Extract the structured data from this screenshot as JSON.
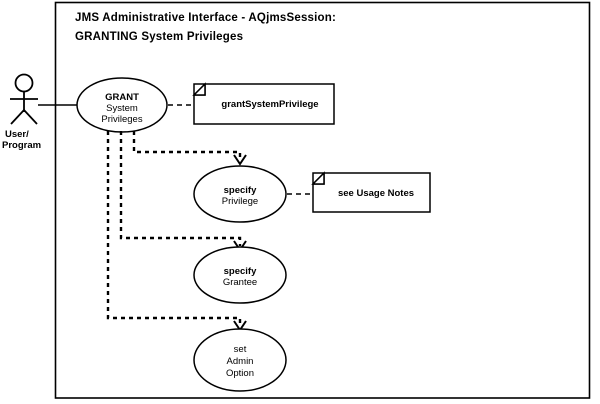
{
  "diagram": {
    "kind": "uml-use-case-diagram",
    "title_line1": "JMS Administrative Interface  -  AQjmsSession:",
    "title_line2": "GRANTING System Privileges",
    "colors": {
      "stroke": "#000000",
      "background": "#ffffff",
      "text": "#000000"
    },
    "actor": {
      "name": "user-program-actor",
      "label_line1": "User/",
      "label_line2": "Program"
    },
    "use_cases": [
      {
        "id": "grant-system-privileges",
        "line1": "GRANT",
        "line2": "System",
        "line3": "Privileges"
      },
      {
        "id": "specify-privilege",
        "line1": "specify",
        "line2": "Privilege",
        "line3": ""
      },
      {
        "id": "specify-grantee",
        "line1": "specify",
        "line2": "Grantee",
        "line3": ""
      },
      {
        "id": "set-admin-option",
        "line1": "set",
        "line2": "Admin",
        "line3": "Option"
      }
    ],
    "notes": [
      {
        "id": "grant-system-privilege-note",
        "text": "grantSystemPrivilege"
      },
      {
        "id": "see-usage-notes-note",
        "text": "see Usage Notes"
      }
    ]
  }
}
